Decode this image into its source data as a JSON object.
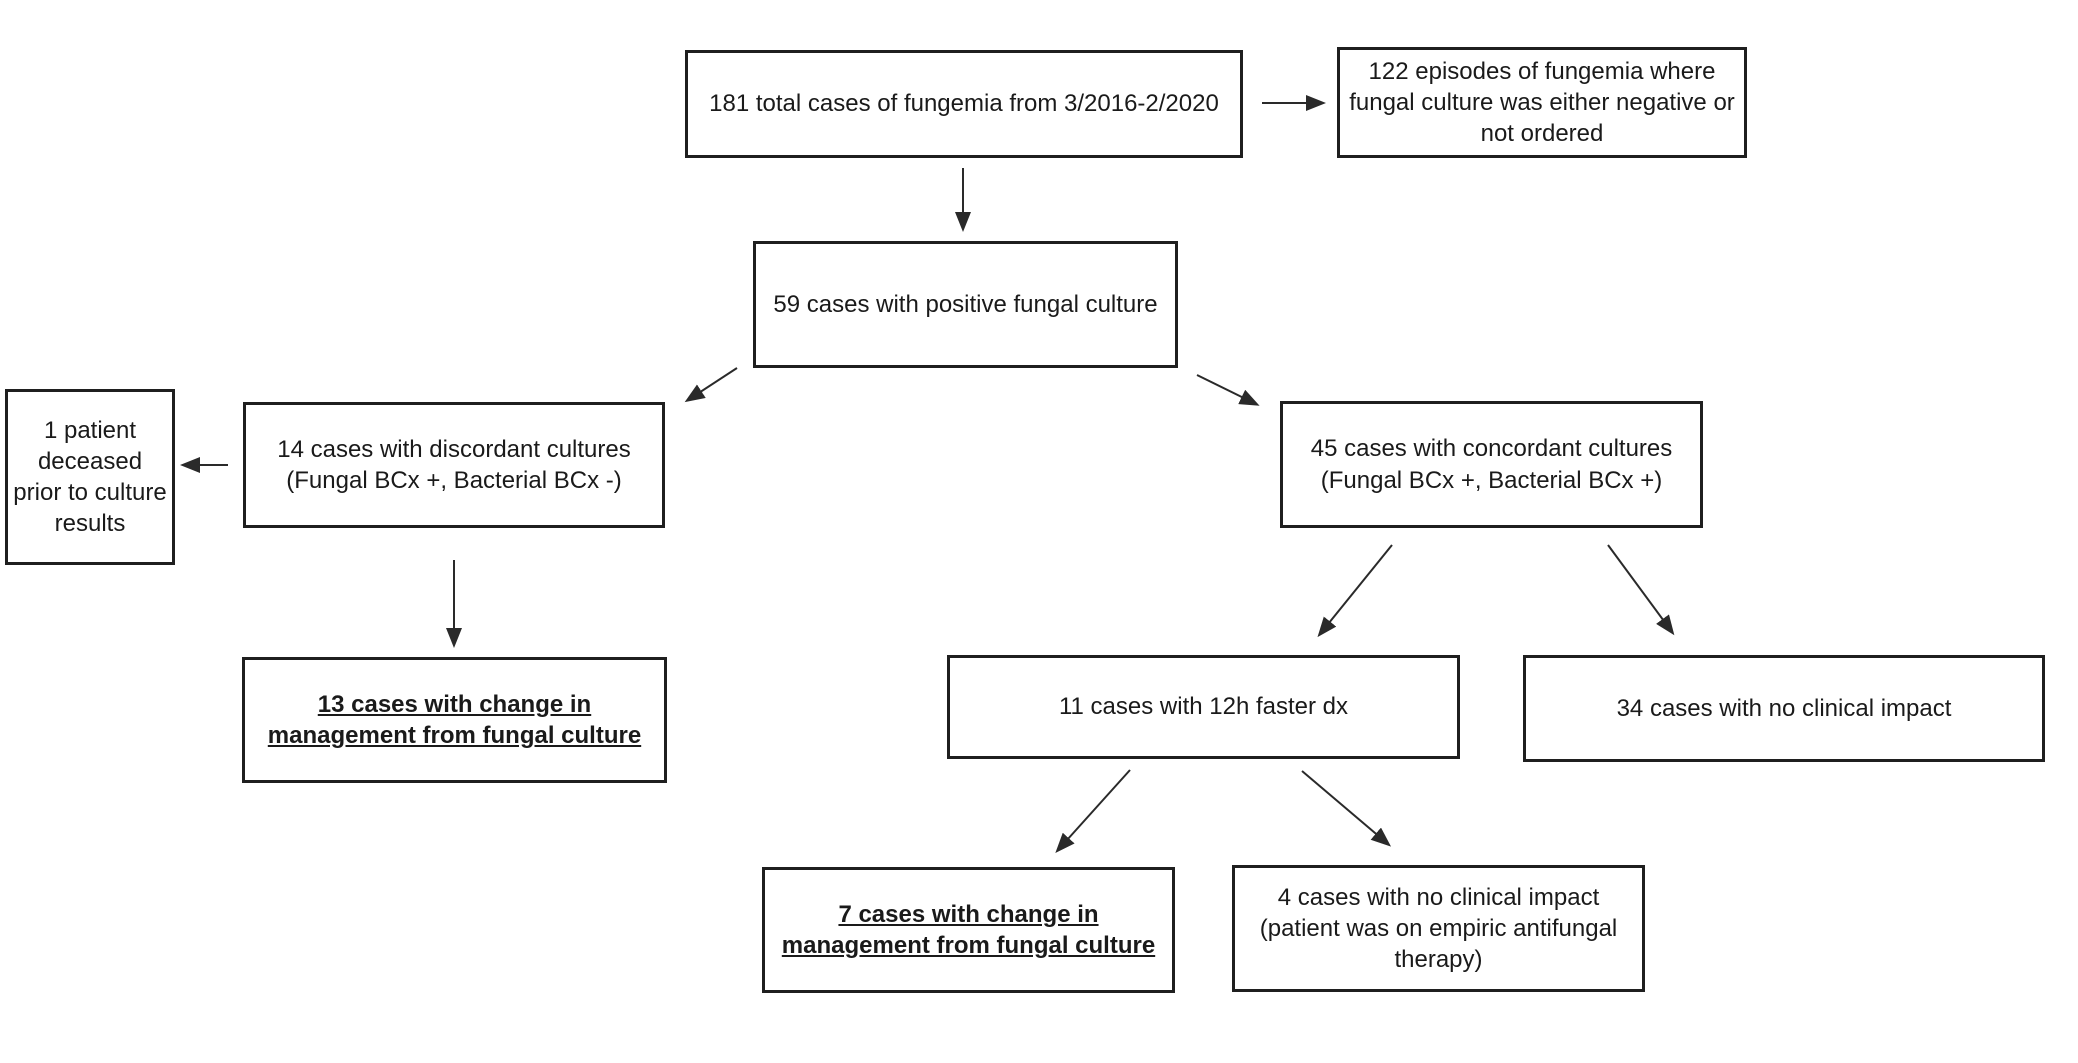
{
  "flowchart": {
    "description": "Fungemia fungal culture outcome flowchart",
    "colors": {
      "background": "#ffffff",
      "box_border": "#1f1f1f",
      "text": "#1a1a1a",
      "arrow": "#2a2a2a"
    },
    "nodes": [
      {
        "id": "total-cases",
        "label": "181 total cases of fungemia from 3/2016-2/2020",
        "style": "normal"
      },
      {
        "id": "negative-or-not-ordered",
        "label": "122 episodes of fungemia where fungal culture was either negative or not ordered",
        "style": "normal"
      },
      {
        "id": "positive-fungal-culture",
        "label": "59 cases with positive fungal culture",
        "style": "normal"
      },
      {
        "id": "discordant-cultures",
        "label": "14 cases with discordant cultures (Fungal BCx +, Bacterial BCx -)",
        "style": "normal"
      },
      {
        "id": "patient-deceased",
        "label": "1 patient deceased prior to culture results",
        "style": "normal"
      },
      {
        "id": "concordant-cultures",
        "label": "45 cases with concordant cultures (Fungal BCx +, Bacterial BCx +)",
        "style": "normal"
      },
      {
        "id": "discordant-change-in-management",
        "label": "13 cases with change in management from fungal culture",
        "style": "bold-underline"
      },
      {
        "id": "faster-dx",
        "label": "11 cases with 12h faster dx",
        "style": "normal"
      },
      {
        "id": "no-clinical-impact-34",
        "label": "34 cases with no clinical impact",
        "style": "normal"
      },
      {
        "id": "fasterdx-change-in-management",
        "label": "7 cases with change in management from fungal culture",
        "style": "bold-underline"
      },
      {
        "id": "no-clinical-impact-4",
        "label": "4 cases with no clinical impact (patient was on empiric antifungal therapy)",
        "style": "normal"
      }
    ],
    "edges": [
      {
        "from": "total-cases",
        "to": "negative-or-not-ordered"
      },
      {
        "from": "total-cases",
        "to": "positive-fungal-culture"
      },
      {
        "from": "positive-fungal-culture",
        "to": "discordant-cultures"
      },
      {
        "from": "positive-fungal-culture",
        "to": "concordant-cultures"
      },
      {
        "from": "discordant-cultures",
        "to": "patient-deceased"
      },
      {
        "from": "discordant-cultures",
        "to": "discordant-change-in-management"
      },
      {
        "from": "concordant-cultures",
        "to": "faster-dx"
      },
      {
        "from": "concordant-cultures",
        "to": "no-clinical-impact-34"
      },
      {
        "from": "faster-dx",
        "to": "fasterdx-change-in-management"
      },
      {
        "from": "faster-dx",
        "to": "no-clinical-impact-4"
      }
    ]
  }
}
